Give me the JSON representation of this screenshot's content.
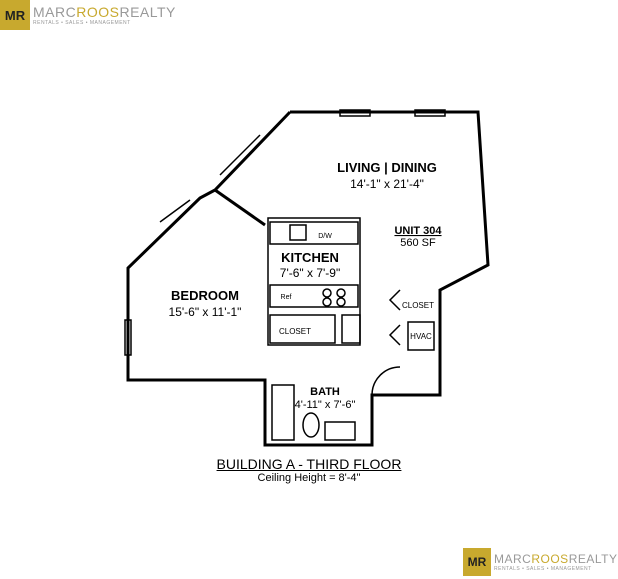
{
  "logo": {
    "mark": "MR",
    "brand_a": "MARC",
    "brand_b": "ROOS",
    "brand_c": "REALTY",
    "tagline": "RENTALS • SALES • MANAGEMENT"
  },
  "rooms": {
    "living": {
      "name": "LIVING | DINING",
      "dims": "14'-1\" x 21'-4\""
    },
    "unit": {
      "name": "UNIT 304",
      "area": "560 SF"
    },
    "kitchen": {
      "name": "KITCHEN",
      "dims": "7'-6\" x 7'-9\"",
      "dw": "D/W",
      "ref": "Ref"
    },
    "bedroom": {
      "name": "BEDROOM",
      "dims": "15'-6\" x 11'-1\""
    },
    "closet1": "CLOSET",
    "closet2": "CLOSET",
    "hvac": "HVAC",
    "bath": {
      "name": "BATH",
      "dims": "4'-11\" x 7'-6\""
    }
  },
  "footer": {
    "title": "BUILDING A - THIRD FLOOR",
    "ceiling": "Ceiling Height = 8'-4\""
  },
  "colors": {
    "gold": "#c8a92e"
  }
}
